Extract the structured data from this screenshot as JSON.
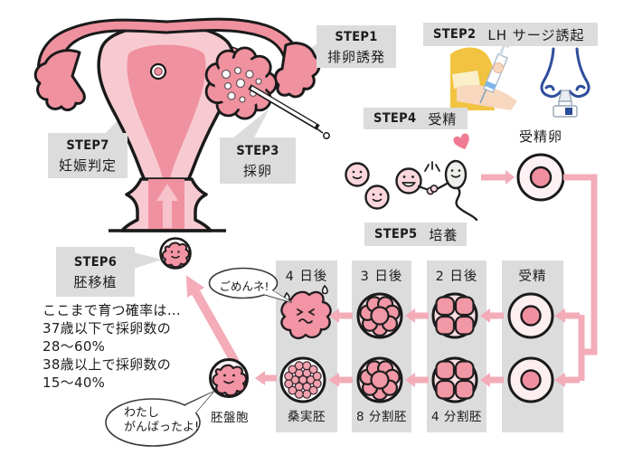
{
  "steps": {
    "step1": {
      "number": "STEP1",
      "label": "排卵誘発"
    },
    "step2": {
      "number": "STEP2",
      "label": "LH サージ誘起"
    },
    "step3": {
      "number": "STEP3",
      "label": "採卵"
    },
    "step4": {
      "number": "STEP4",
      "label": "受精"
    },
    "step5": {
      "number": "STEP5",
      "label": "培養"
    },
    "step6": {
      "number": "STEP6",
      "label": "胚移植"
    },
    "step7": {
      "number": "STEP7",
      "label": "妊娠判定"
    }
  },
  "fertilized_egg_label": "受精卵",
  "culture_grid": {
    "columns": [
      {
        "header": "4 日後",
        "footer": "桑実胚"
      },
      {
        "header": "3 日後",
        "footer": "8 分割胚"
      },
      {
        "header": "2 日後",
        "footer": "4 分割胚"
      },
      {
        "header": "受精",
        "footer": ""
      }
    ]
  },
  "blastocyst_label": "胚盤胞",
  "bubbles": {
    "sorry": "ごめんネ!",
    "effort_line1": "わたし",
    "effort_line2": "がんばったよ!"
  },
  "stats": {
    "lines": [
      "ここまで育つ確率は…",
      "37歳以下で採卵数の",
      "28〜60%",
      "38歳以上で採卵数の",
      "15〜40%"
    ]
  },
  "colors": {
    "pink_medium": "#f0919f",
    "pink_light": "#f7cad1",
    "pink_cell": "#f197a5",
    "pink_cell_bg": "#fbdde2",
    "pink_arrow": "#f3acb8",
    "gray_panel": "#dcdcdc",
    "outline": "#1a1a1a",
    "accent_yellow": "#f1c340",
    "accent_blue": "#2f4e9c"
  },
  "icons": {
    "uterus": "uterus-illustration",
    "ovary": "ovary-with-eggs",
    "needle": "egg-retrieval-needle",
    "syringe": "injection-icon",
    "nose": "nasal-spray-icon",
    "eggs": "egg-cell-smileys",
    "sperm": "sperm-smiley",
    "heart": "heart-icon"
  }
}
